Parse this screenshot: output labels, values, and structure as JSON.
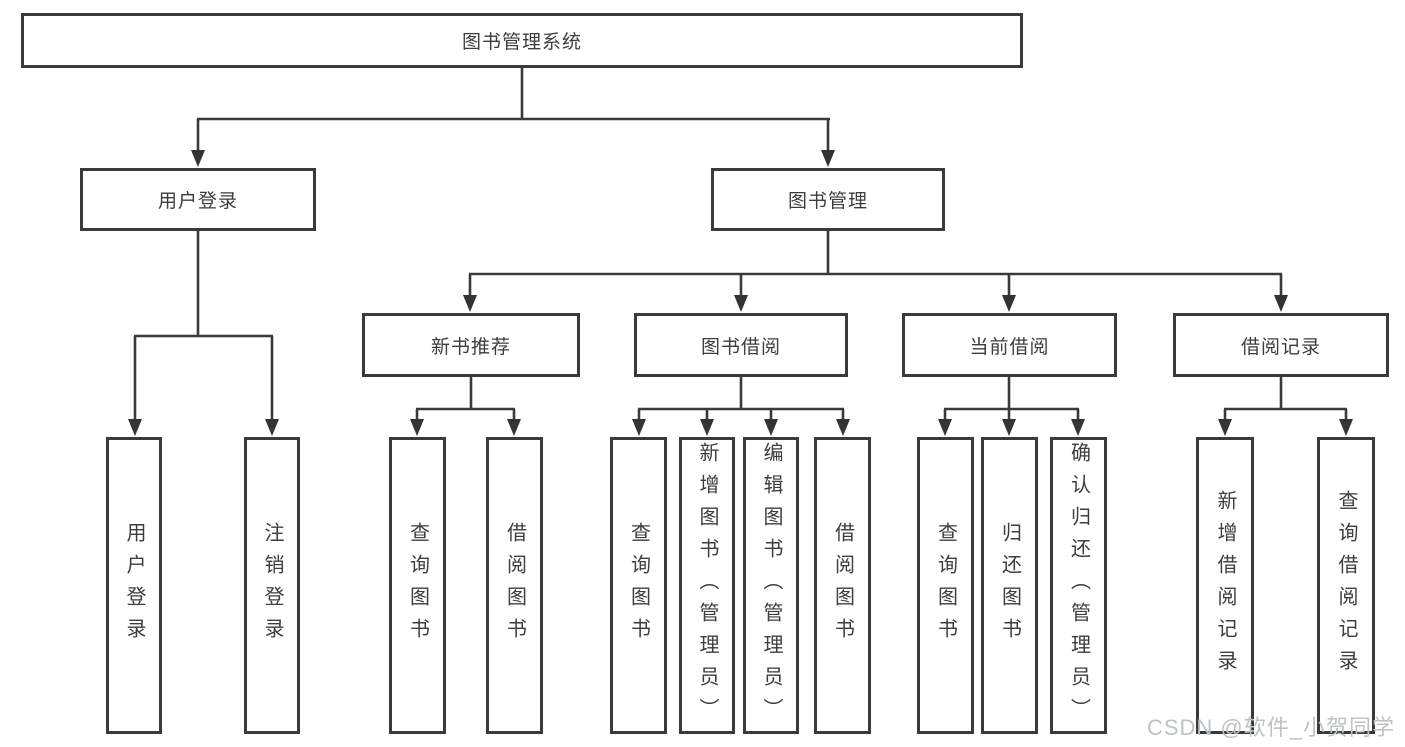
{
  "tree": {
    "root": {
      "label": "图书管理系统"
    },
    "children": [
      {
        "label": "用户登录",
        "children": [
          {
            "label": "用户登录"
          },
          {
            "label": "注销登录"
          }
        ]
      },
      {
        "label": "图书管理",
        "children": [
          {
            "label": "新书推荐",
            "children": [
              {
                "label": "查询图书"
              },
              {
                "label": "借阅图书"
              }
            ]
          },
          {
            "label": "图书借阅",
            "children": [
              {
                "label": "查询图书"
              },
              {
                "label": "新增图书（管理员）"
              },
              {
                "label": "编辑图书（管理员）"
              },
              {
                "label": "借阅图书"
              }
            ]
          },
          {
            "label": "当前借阅",
            "children": [
              {
                "label": "查询图书"
              },
              {
                "label": "归还图书"
              },
              {
                "label": "确认归还（管理员）"
              }
            ]
          },
          {
            "label": "借阅记录",
            "children": [
              {
                "label": "新增借阅记录"
              },
              {
                "label": "查询借阅记录"
              }
            ]
          }
        ]
      }
    ]
  },
  "watermark": "CSDN @软件_小贺同学",
  "colors": {
    "line": "#3a3a3a",
    "text": "#3d3d3d",
    "background": "#ffffff",
    "watermark": "#bcc2c8"
  }
}
